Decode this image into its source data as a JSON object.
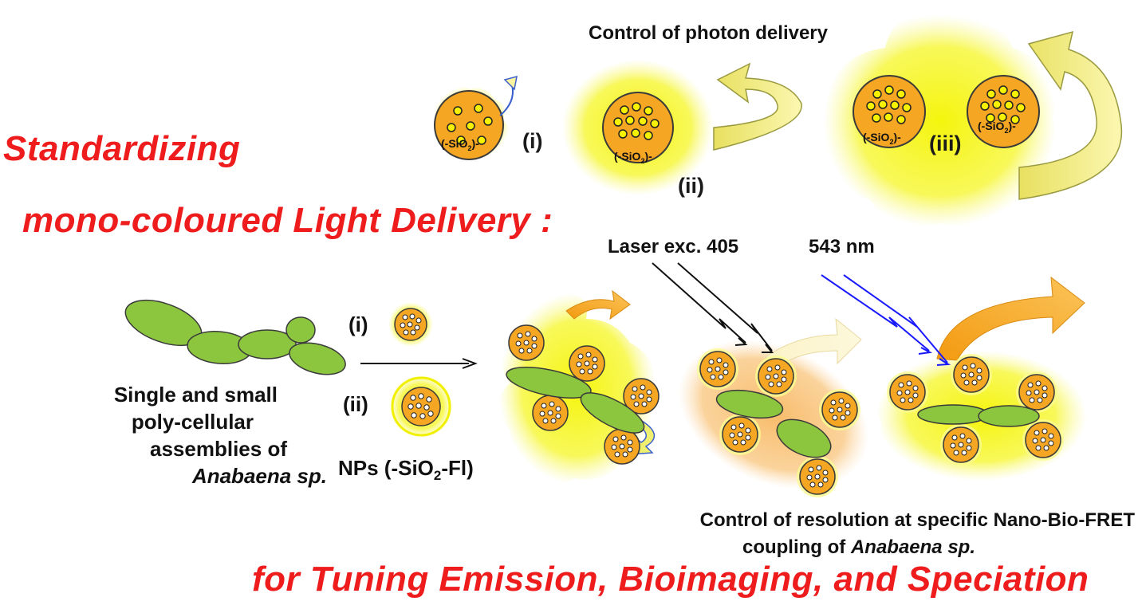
{
  "titles": {
    "line1": "Standardizing",
    "line2": "mono-coloured  Light Delivery :",
    "bottom": "for Tuning Emission, Bioimaging, and Speciation"
  },
  "top_section": {
    "heading": "Control of photon delivery",
    "labels": [
      "(i)",
      "(ii)",
      "(iii)"
    ],
    "shell_label": "(-SiO",
    "shell_sub": "2",
    "shell_end": ")-"
  },
  "left_section": {
    "cells_caption": [
      "Single and small",
      "poly-cellular",
      "assemblies of",
      "Anabaena sp."
    ],
    "np_labels": [
      "(i)",
      "(ii)"
    ],
    "np_caption_pre": "NPs (-SiO",
    "np_caption_sub": "2",
    "np_caption_post": "-Fl)"
  },
  "right_section": {
    "laser_label": "Laser exc. 405",
    "wavelength_label": "543 nm",
    "resolution_caption_1": "Control of resolution at specific Nano-Bio-FRET",
    "resolution_caption_2_pre": "coupling of ",
    "resolution_caption_2_italic": "Anabaena sp."
  },
  "colors": {
    "title_red": "#ee1c1c",
    "np_orange": "#f5a623",
    "glow_yellow": "#f2f200",
    "cell_green": "#8cc63f",
    "arrow_orange": "#f7a81b",
    "laser_blue": "#1a1aff"
  }
}
